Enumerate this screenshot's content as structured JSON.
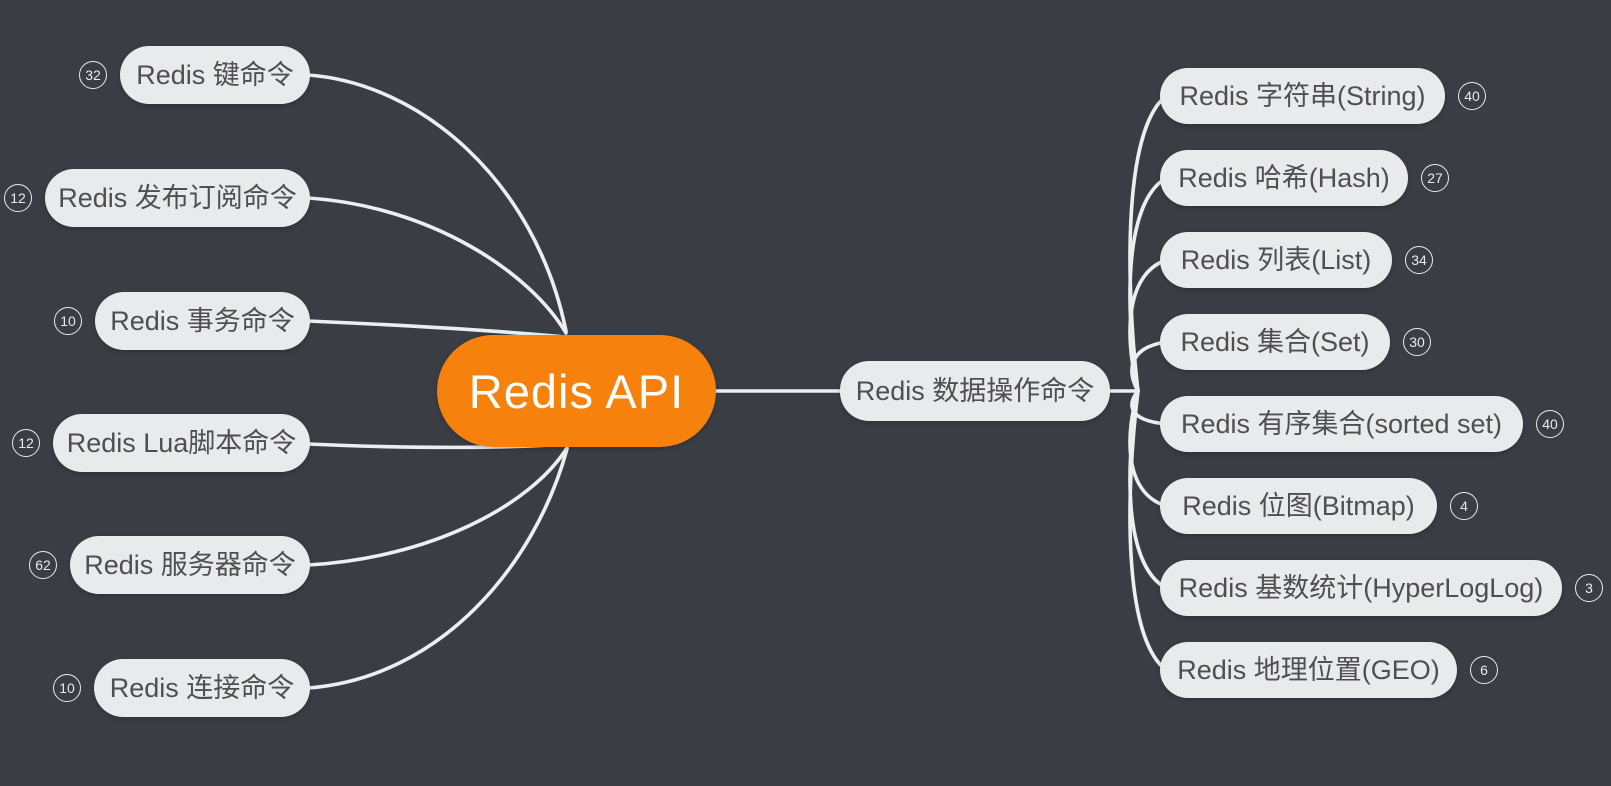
{
  "canvas": {
    "background_color": "#3A3E44",
    "node_fill_color": "#E9EAEC",
    "node_text_color": "#4F4F4F",
    "connector_color": "#EDEEF0",
    "root_fill_color": "#F6820D",
    "root_text_color": "#FFFFFF"
  },
  "root": {
    "label": "Redis API"
  },
  "left_nodes": [
    {
      "label": "Redis 键命令",
      "count": "32"
    },
    {
      "label": "Redis 发布订阅命令",
      "count": "12"
    },
    {
      "label": "Redis 事务命令",
      "count": "10"
    },
    {
      "label": "Redis Lua脚本命令",
      "count": "12"
    },
    {
      "label": "Redis 服务器命令",
      "count": "62"
    },
    {
      "label": "Redis 连接命令",
      "count": "10"
    }
  ],
  "right_branch": {
    "label": "Redis 数据操作命令",
    "children": [
      {
        "label": "Redis 字符串(String)",
        "count": "40"
      },
      {
        "label": "Redis 哈希(Hash)",
        "count": "27"
      },
      {
        "label": "Redis 列表(List)",
        "count": "34"
      },
      {
        "label": "Redis 集合(Set)",
        "count": "30"
      },
      {
        "label": "Redis 有序集合(sorted set)",
        "count": "40"
      },
      {
        "label": "Redis 位图(Bitmap)",
        "count": "4"
      },
      {
        "label": "Redis 基数统计(HyperLogLog)",
        "count": "3"
      },
      {
        "label": "Redis 地理位置(GEO)",
        "count": "6"
      }
    ]
  }
}
